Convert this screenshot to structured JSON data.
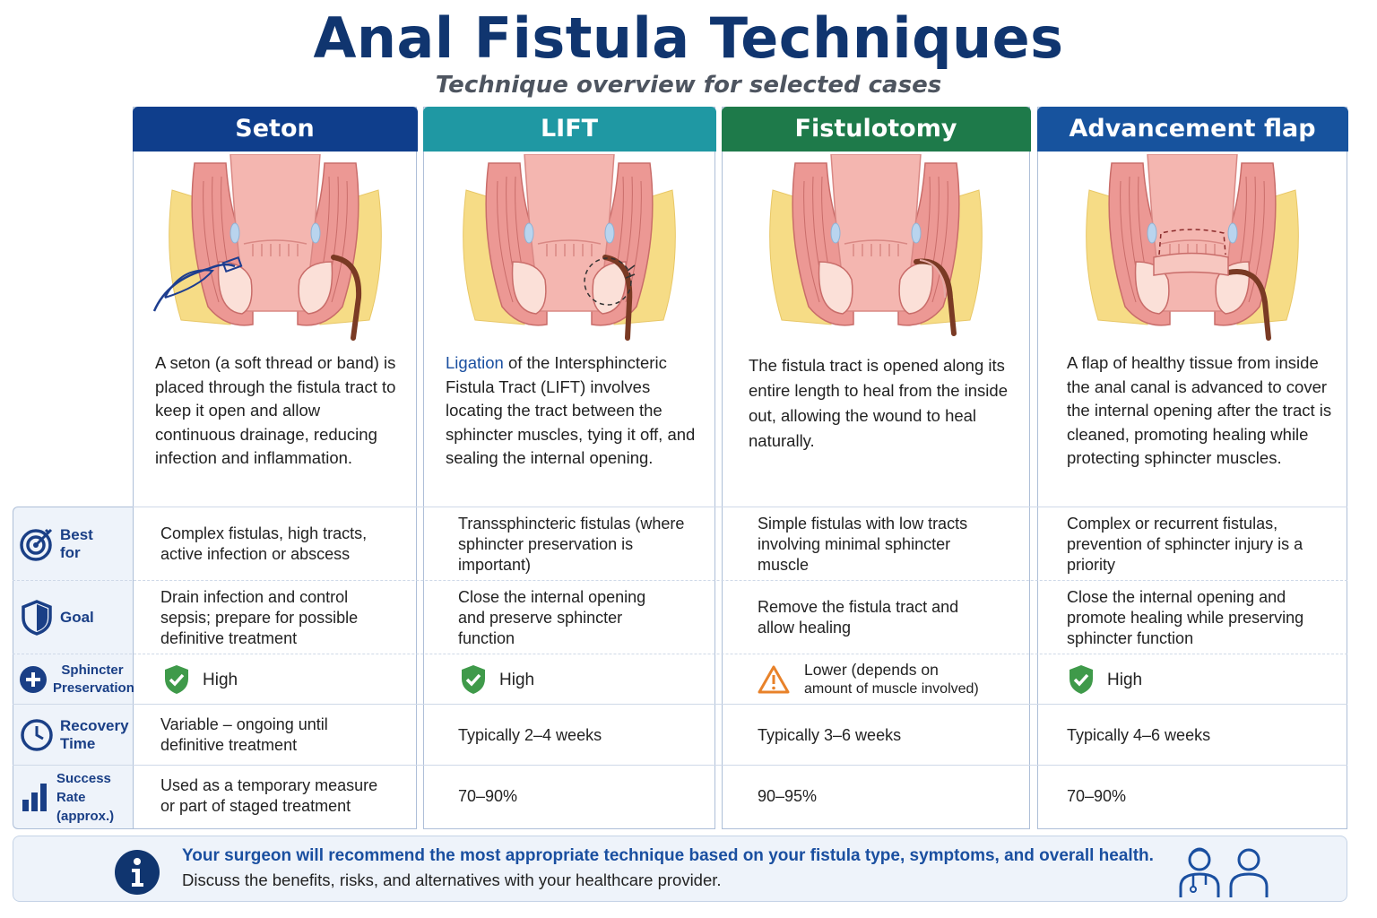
{
  "title": "Anal Fistula Techniques",
  "subtitle": "Technique overview for selected cases",
  "row_labels": {
    "best_for": "Best for",
    "goal": "Goal",
    "sphincter": "Sphincter Preservation",
    "recovery": "Recovery Time",
    "success": "Success Rate (approx.)"
  },
  "techniques": [
    {
      "name": "Seton",
      "header_color": "#0f3e8c",
      "description": "A seton (a soft thread or band) is placed through the fistula tract to keep it open and allow continuous drainage, reducing infection and inflammation.",
      "best_for": "Complex fistulas, high tracts, active infection or abscess",
      "goal": "Drain infection and control sepsis; prepare for possible definitive treatment",
      "sphincter_preservation": "High",
      "sphincter_icon": "check-shield-icon",
      "recovery_time": "Variable – ongoing until definitive treatment",
      "success_rate": "Used as a temporary measure or part of staged treatment"
    },
    {
      "name": "LIFT",
      "header_color": "#1f98a3",
      "description_highlight": "Ligation",
      "description": " of the Intersphincteric Fistula Tract (LIFT) involves locating the tract between the sphincter muscles, tying it off, and sealing the internal opening.",
      "best_for": "Transsphincteric fistulas (where sphincter preservation is important)",
      "goal": "Close the internal opening and preserve sphincter function",
      "sphincter_preservation": "High",
      "sphincter_icon": "check-shield-icon",
      "recovery_time": "Typically 2–4 weeks",
      "success_rate": "70–90%"
    },
    {
      "name": "Fistulotomy",
      "header_color": "#1e7a4a",
      "description": "The fistula tract is opened along its entire length to heal from the inside out, allowing the wound to heal naturally.",
      "best_for": "Simple fistulas with low tracts involving minimal sphincter muscle",
      "goal": "Remove the fistula tract and allow healing",
      "sphincter_preservation": "Lower (depends on",
      "sphincter_preservation_note": "amount of muscle involved)",
      "sphincter_icon": "warning-triangle-icon",
      "recovery_time": "Typically 3–6 weeks",
      "success_rate": "90–95%"
    },
    {
      "name": "Advancement flap",
      "header_color": "#17539e",
      "description": "A flap of healthy tissue from inside the anal canal is advanced to cover the internal opening after the tract is cleaned, promoting healing while protecting sphincter muscles.",
      "best_for": "Complex or recurrent fistulas, prevention of sphincter injury is a priority",
      "goal": "Close the internal opening and promote healing while preserving sphincter function",
      "sphincter_preservation": "High",
      "sphincter_icon": "check-shield-icon",
      "recovery_time": "Typically 4–6 weeks",
      "success_rate": "70–90%"
    }
  ],
  "footer": {
    "line1": "Your surgeon will recommend the most appropriate technique based on your fistula type, symptoms, and overall health.",
    "line2": "Discuss the benefits, risks, and alternatives with your healthcare provider."
  },
  "colors": {
    "title": "#10356f",
    "tissue": "#f0a3a0",
    "fat": "#f6dc86",
    "tract": "#7a3a24",
    "check": "#3f9a4a",
    "warning": "#e8822a"
  }
}
